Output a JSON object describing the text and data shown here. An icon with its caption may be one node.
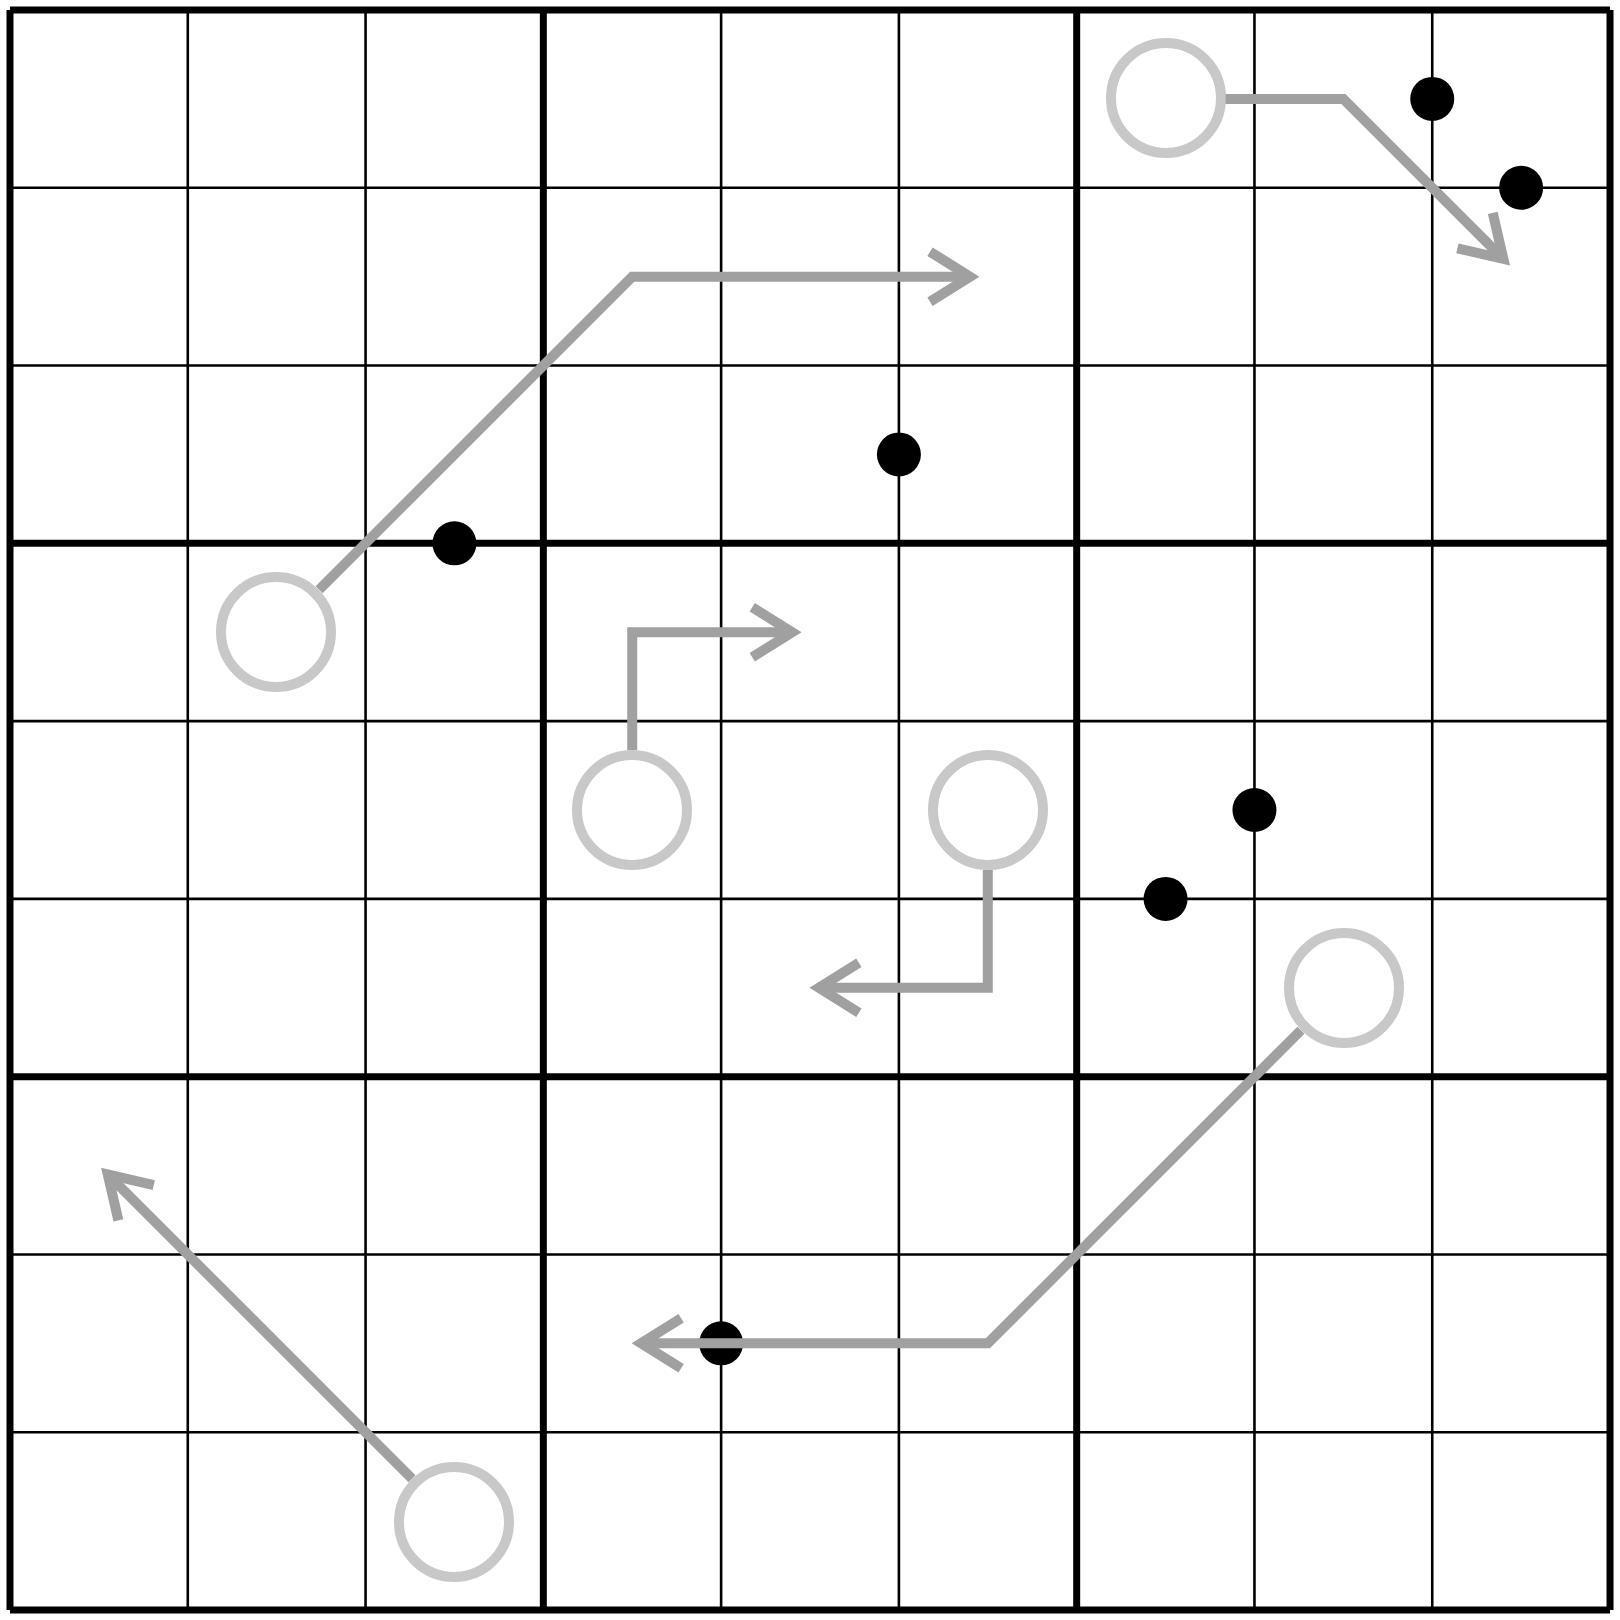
{
  "diagram": {
    "nodes": [
      {
        "text": [],
        "shape": "circle"
      },
      {
        "text": [],
        "shape": "circle"
      },
      {
        "text": [],
        "shape": "circle"
      },
      {
        "text": [],
        "shape": "circle"
      },
      {
        "text": [],
        "shape": "circle"
      },
      {
        "text": [],
        "shape": "circle"
      }
    ],
    "edges": [
      {
        "from": 0,
        "to": null,
        "arrow": "to"
      },
      {
        "from": 1,
        "to": null,
        "arrow": "to"
      },
      {
        "from": 2,
        "to": null,
        "arrow": "to"
      },
      {
        "from": 3,
        "to": null,
        "arrow": "to"
      },
      {
        "from": 4,
        "to": null,
        "arrow": "to"
      },
      {
        "from": 5,
        "to": null,
        "arrow": "to"
      }
    ]
  }
}
